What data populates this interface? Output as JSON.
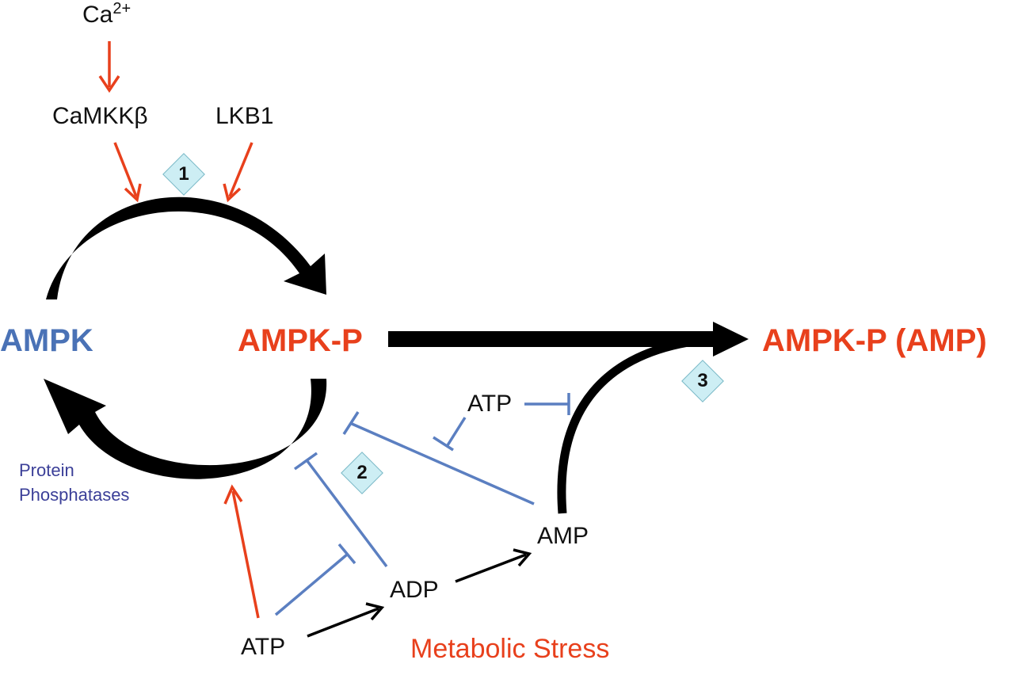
{
  "labels": {
    "ca_base": "Ca",
    "ca_sup": "2+",
    "camkkb": "CaMKKβ",
    "lkb1": "LKB1",
    "ampk": "AMPK",
    "ampk_p": "AMPK-P",
    "ampk_p_amp": "AMPK-P (AMP)",
    "atp_top": "ATP",
    "amp": "AMP",
    "adp": "ADP",
    "atp_bottom": "ATP",
    "phosphatases_line1": "Protein",
    "phosphatases_line2": "Phosphatases",
    "metabolic_stress": "Metabolic Stress"
  },
  "markers": [
    "1",
    "2",
    "3"
  ],
  "colors": {
    "activation_arrow": "#e8401c",
    "inhibition": "#5b7fc1",
    "main_arrow": "#000000",
    "ampk_blue": "#4a72b6",
    "ampk_p_red": "#e8401c",
    "phosphatase_text": "#3b3f98",
    "marker_fill": "#cdeef4"
  }
}
